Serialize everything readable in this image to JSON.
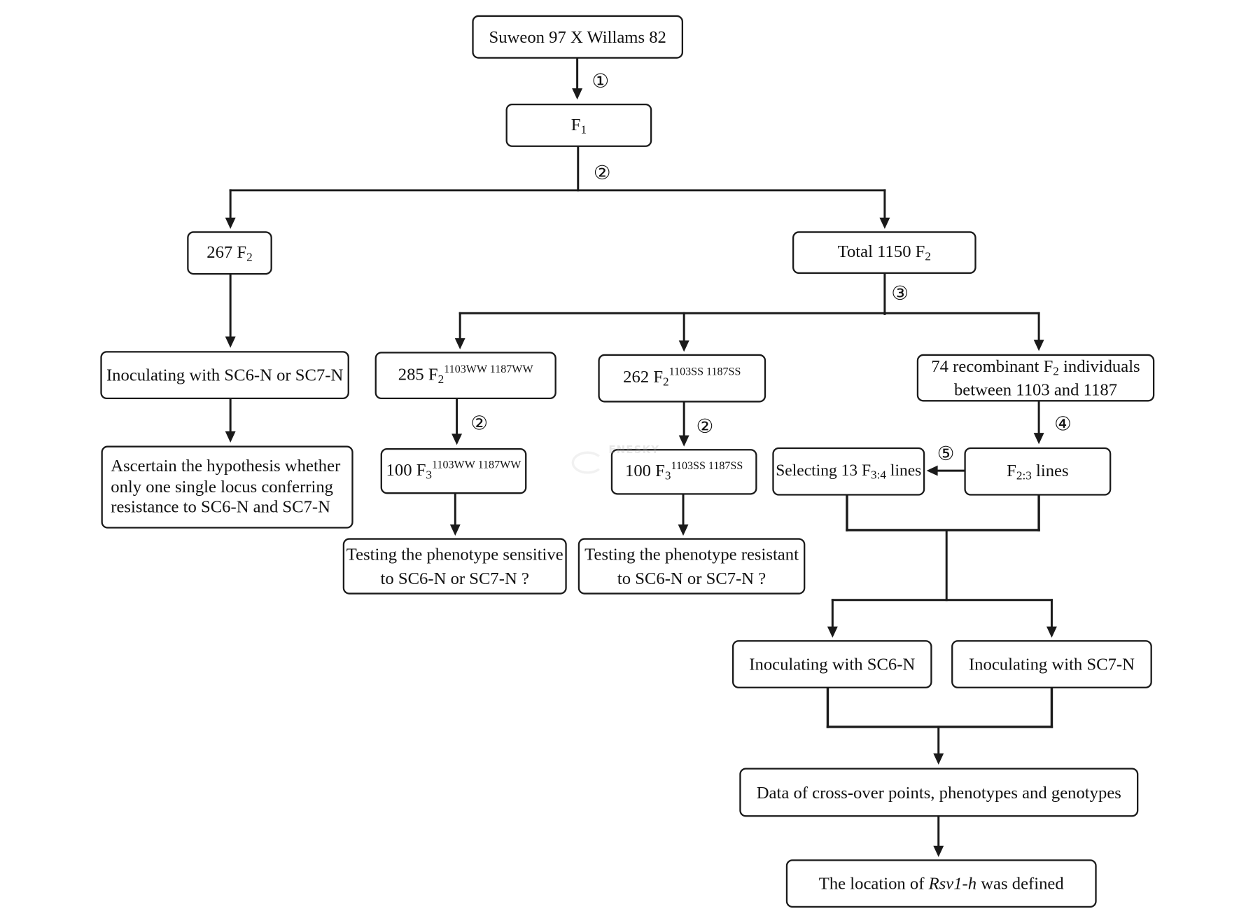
{
  "diagram": {
    "cross": "Suweon 97 X Willams 82",
    "f1": {
      "base": "F",
      "sub": "1"
    },
    "f2_left": {
      "prefix": "267 F",
      "sub": "2"
    },
    "f2_total": {
      "prefix": "Total 1150 F",
      "sub": "2"
    },
    "inoculate_both": "Inoculating with SC6-N or SC7-N",
    "f2_ww": {
      "prefix": "285 F",
      "sub": "2",
      "sup": "1103WW 1187WW"
    },
    "f2_ss": {
      "prefix": "262 F",
      "sub": "2",
      "sup": "1103SS 1187SS"
    },
    "recombinant": {
      "line1_prefix": "74 recombinant F",
      "line1_sub": "2",
      "line1_suffix": " individuals",
      "line2": "between 1103 and 1187"
    },
    "hypothesis": {
      "lines": [
        "Ascertain the hypothesis whether",
        "only one single locus conferring",
        "resistance to SC6-N and SC7-N"
      ]
    },
    "f3_ww": {
      "prefix": "100 F",
      "sub": "3",
      "sup": "1103WW 1187WW"
    },
    "f3_ss": {
      "prefix": "100 F",
      "sub": "3",
      "sup": "1103SS 1187SS"
    },
    "f34_select": {
      "prefix": "Selecting 13 F",
      "sub": "3:4",
      "suffix": " lines"
    },
    "f23_lines": {
      "base": "F",
      "sub": "2:3",
      "suffix": " lines"
    },
    "test_sensitive": {
      "lines": [
        "Testing the phenotype sensitive",
        "to SC6-N or SC7-N ?"
      ]
    },
    "test_resistant": {
      "lines": [
        "Testing the phenotype resistant",
        "to SC6-N or SC7-N ?"
      ]
    },
    "inoculate_sc6": "Inoculating with SC6-N",
    "inoculate_sc7": "Inoculating with SC7-N",
    "data_collect": "Data of cross-over points, phenotypes and genotypes",
    "location": {
      "prefix": "The location of ",
      "gene": "Rsv1-h",
      "suffix": " was defined"
    }
  },
  "step_labels": {
    "s1": "①",
    "s2_f1": "②",
    "s3": "③",
    "s2_ww": "②",
    "s2_ss": "②",
    "s4": "④",
    "s5": "⑤"
  },
  "watermark": "ENESKY",
  "colors": {
    "stroke": "#1a1a1a",
    "text": "#111111",
    "background": "#ffffff"
  }
}
